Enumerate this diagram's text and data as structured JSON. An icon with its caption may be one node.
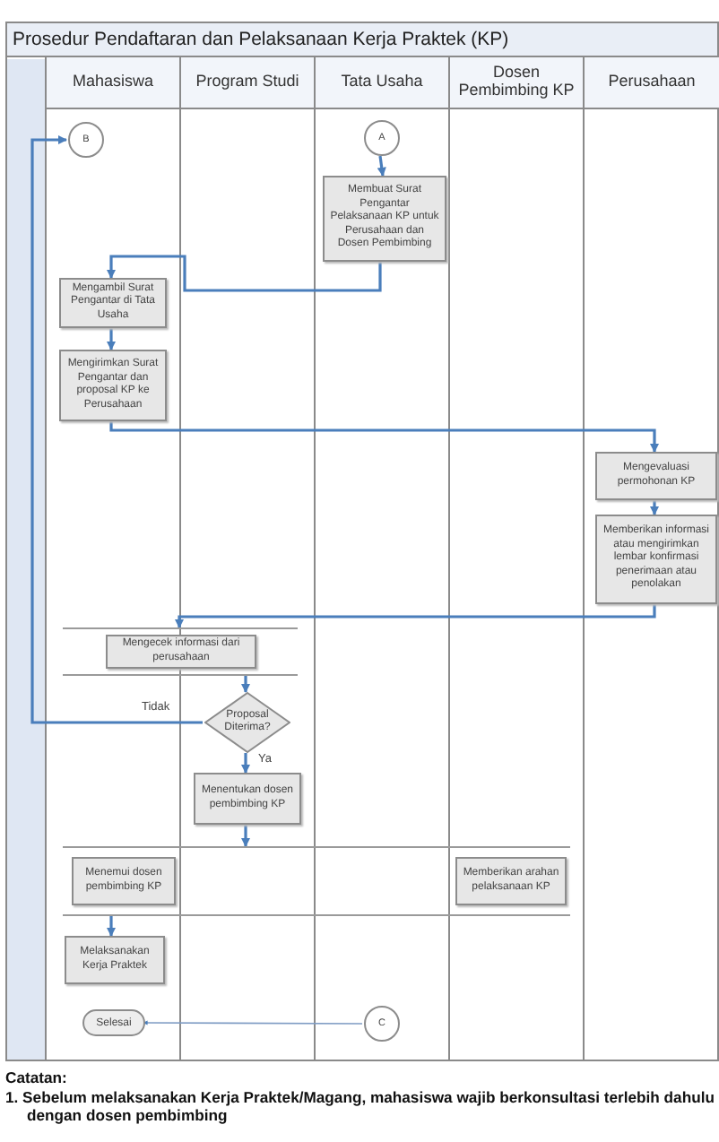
{
  "diagram": {
    "title": "Prosedur Pendaftaran dan Pelaksanaan Kerja Praktek (KP)",
    "nodes": [
      {
        "text": [
          "Mahasiswa"
        ]
      },
      {
        "text": [
          "Program Studi"
        ]
      },
      {
        "text": [
          "Tata Usaha"
        ]
      },
      {
        "text": [
          "Dosen Pembimbing KP"
        ]
      },
      {
        "text": [
          "Perusahaan"
        ]
      },
      {
        "text": [
          "B"
        ],
        "in": 0
      },
      {
        "text": [
          "A"
        ],
        "in": 2
      },
      {
        "text": [
          "Membuat Surat Pengantar Pelaksanaan KP untuk Perusahaan dan Dosen Pembimbing"
        ],
        "in": 2
      },
      {
        "text": [
          "Mengambil Surat Pengantar di Tata Usaha"
        ],
        "in": 0
      },
      {
        "text": [
          "Mengirimkan Surat Pengantar dan proposal KP ke Perusahaan"
        ],
        "in": 0
      },
      {
        "text": [
          "Mengevaluasi permohonan KP"
        ],
        "in": 4
      },
      {
        "text": [
          "Memberikan informasi atau mengirimkan lembar konfirmasi penerimaan atau penolakan"
        ],
        "in": 4
      },
      {
        "text": [],
        "shape": "bar"
      },
      {
        "text": [
          "Mengecek informasi dari perusahaan"
        ]
      },
      {
        "text": [],
        "shape": "bar"
      },
      {
        "text": [
          "Proposal Diterima?"
        ],
        "in": 1
      },
      {
        "text": [
          "Menentukan dosen pembimbing KP"
        ],
        "in": 1
      },
      {
        "text": [],
        "shape": "bar"
      },
      {
        "text": [
          "Menemui dosen pembimbing KP"
        ],
        "in": 0
      },
      {
        "text": [
          "Memberikan arahan pelaksanaan KP"
        ],
        "in": 3
      },
      {
        "text": [],
        "shape": "bar"
      },
      {
        "text": [
          "Melaksanakan Kerja Praktek"
        ],
        "in": 0
      },
      {
        "text": [
          "Selesai"
        ],
        "in": 0
      },
      {
        "text": [
          "C"
        ],
        "in": 2
      }
    ],
    "edges": [
      {
        "from": 6,
        "to": 7,
        "arrow": "to"
      },
      {
        "from": 7,
        "to": 8,
        "arrow": "to"
      },
      {
        "from": 8,
        "to": 9,
        "arrow": "to"
      },
      {
        "from": 9,
        "to": 10,
        "arrow": "to"
      },
      {
        "from": 10,
        "to": 11,
        "arrow": "to"
      },
      {
        "from": 11,
        "to": 12,
        "arrow": "to"
      },
      {
        "from": 14,
        "to": 15,
        "arrow": "to"
      },
      {
        "from": 15,
        "to": 5,
        "arrow": "to",
        "label": "Tidak"
      },
      {
        "from": 15,
        "to": 16,
        "arrow": "to",
        "label": "Ya"
      },
      {
        "from": 16,
        "to": 17,
        "arrow": "to"
      },
      {
        "from": 20,
        "to": 21,
        "arrow": "to"
      },
      {
        "from": 23,
        "to": 22,
        "arrow": "to"
      }
    ],
    "labels": [
      "Catatan:",
      "1. Sebelum melaksanakan Kerja Praktek/Magang, mahasiswa wajib berkonsultasi terlebih dahulu dengan dosen pembimbing"
    ]
  }
}
